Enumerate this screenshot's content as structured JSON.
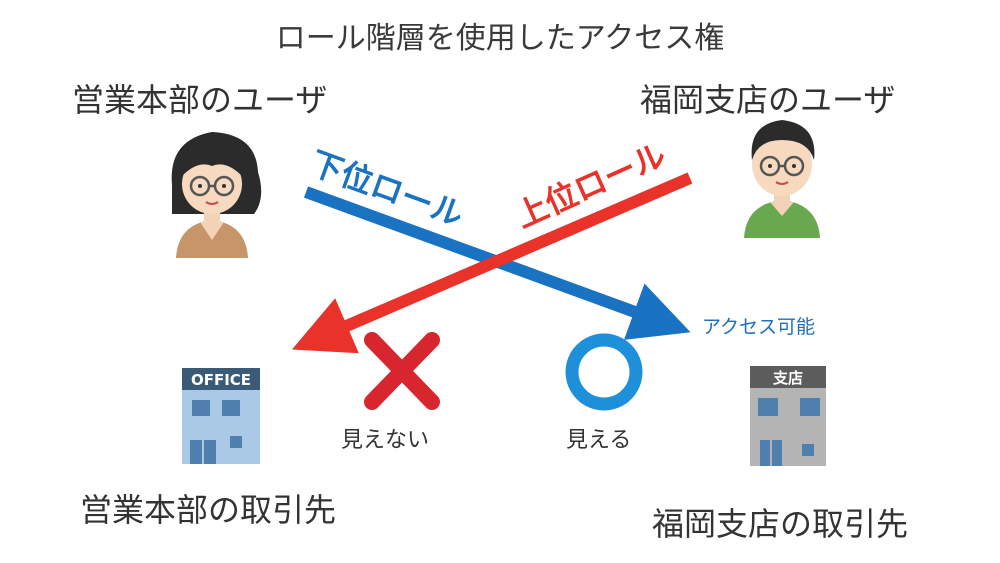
{
  "title": "ロール階層を使用したアクセス権",
  "users": {
    "hq_user": "営業本部のユーザ",
    "branch_user": "福岡支店のユーザ"
  },
  "roles": {
    "lower_role": "下位ロール",
    "lower_role_color": "#1a72c3",
    "upper_role": "上位ロール",
    "upper_role_color": "#e8322a"
  },
  "access_label": "アクセス可能",
  "results": {
    "not_visible": "見えない",
    "visible": "見える"
  },
  "buildings": {
    "hq_sign": "OFFICE",
    "branch_sign": "支店"
  },
  "accounts": {
    "hq_accounts": "営業本部の取引先",
    "branch_accounts": "福岡支店の取引先"
  }
}
